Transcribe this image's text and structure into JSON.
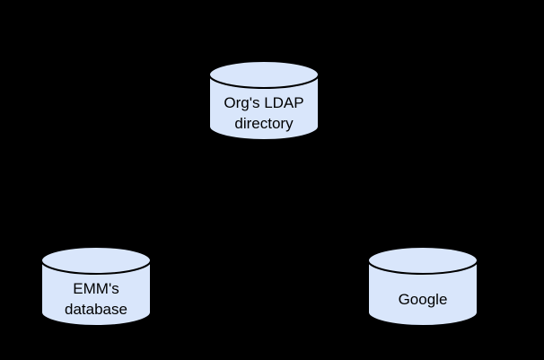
{
  "canvas": {
    "background_color": "#000000"
  },
  "style": {
    "node_fill": "#d9e6fb",
    "node_stroke": "#000000",
    "text_color": "#000000"
  },
  "nodes": {
    "ldap": {
      "lines": {
        "l1": "Org's LDAP",
        "l2": "directory"
      }
    },
    "emm": {
      "lines": {
        "l1": "EMM's",
        "l2": "database"
      }
    },
    "google": {
      "lines": {
        "l1": "Google"
      }
    }
  }
}
